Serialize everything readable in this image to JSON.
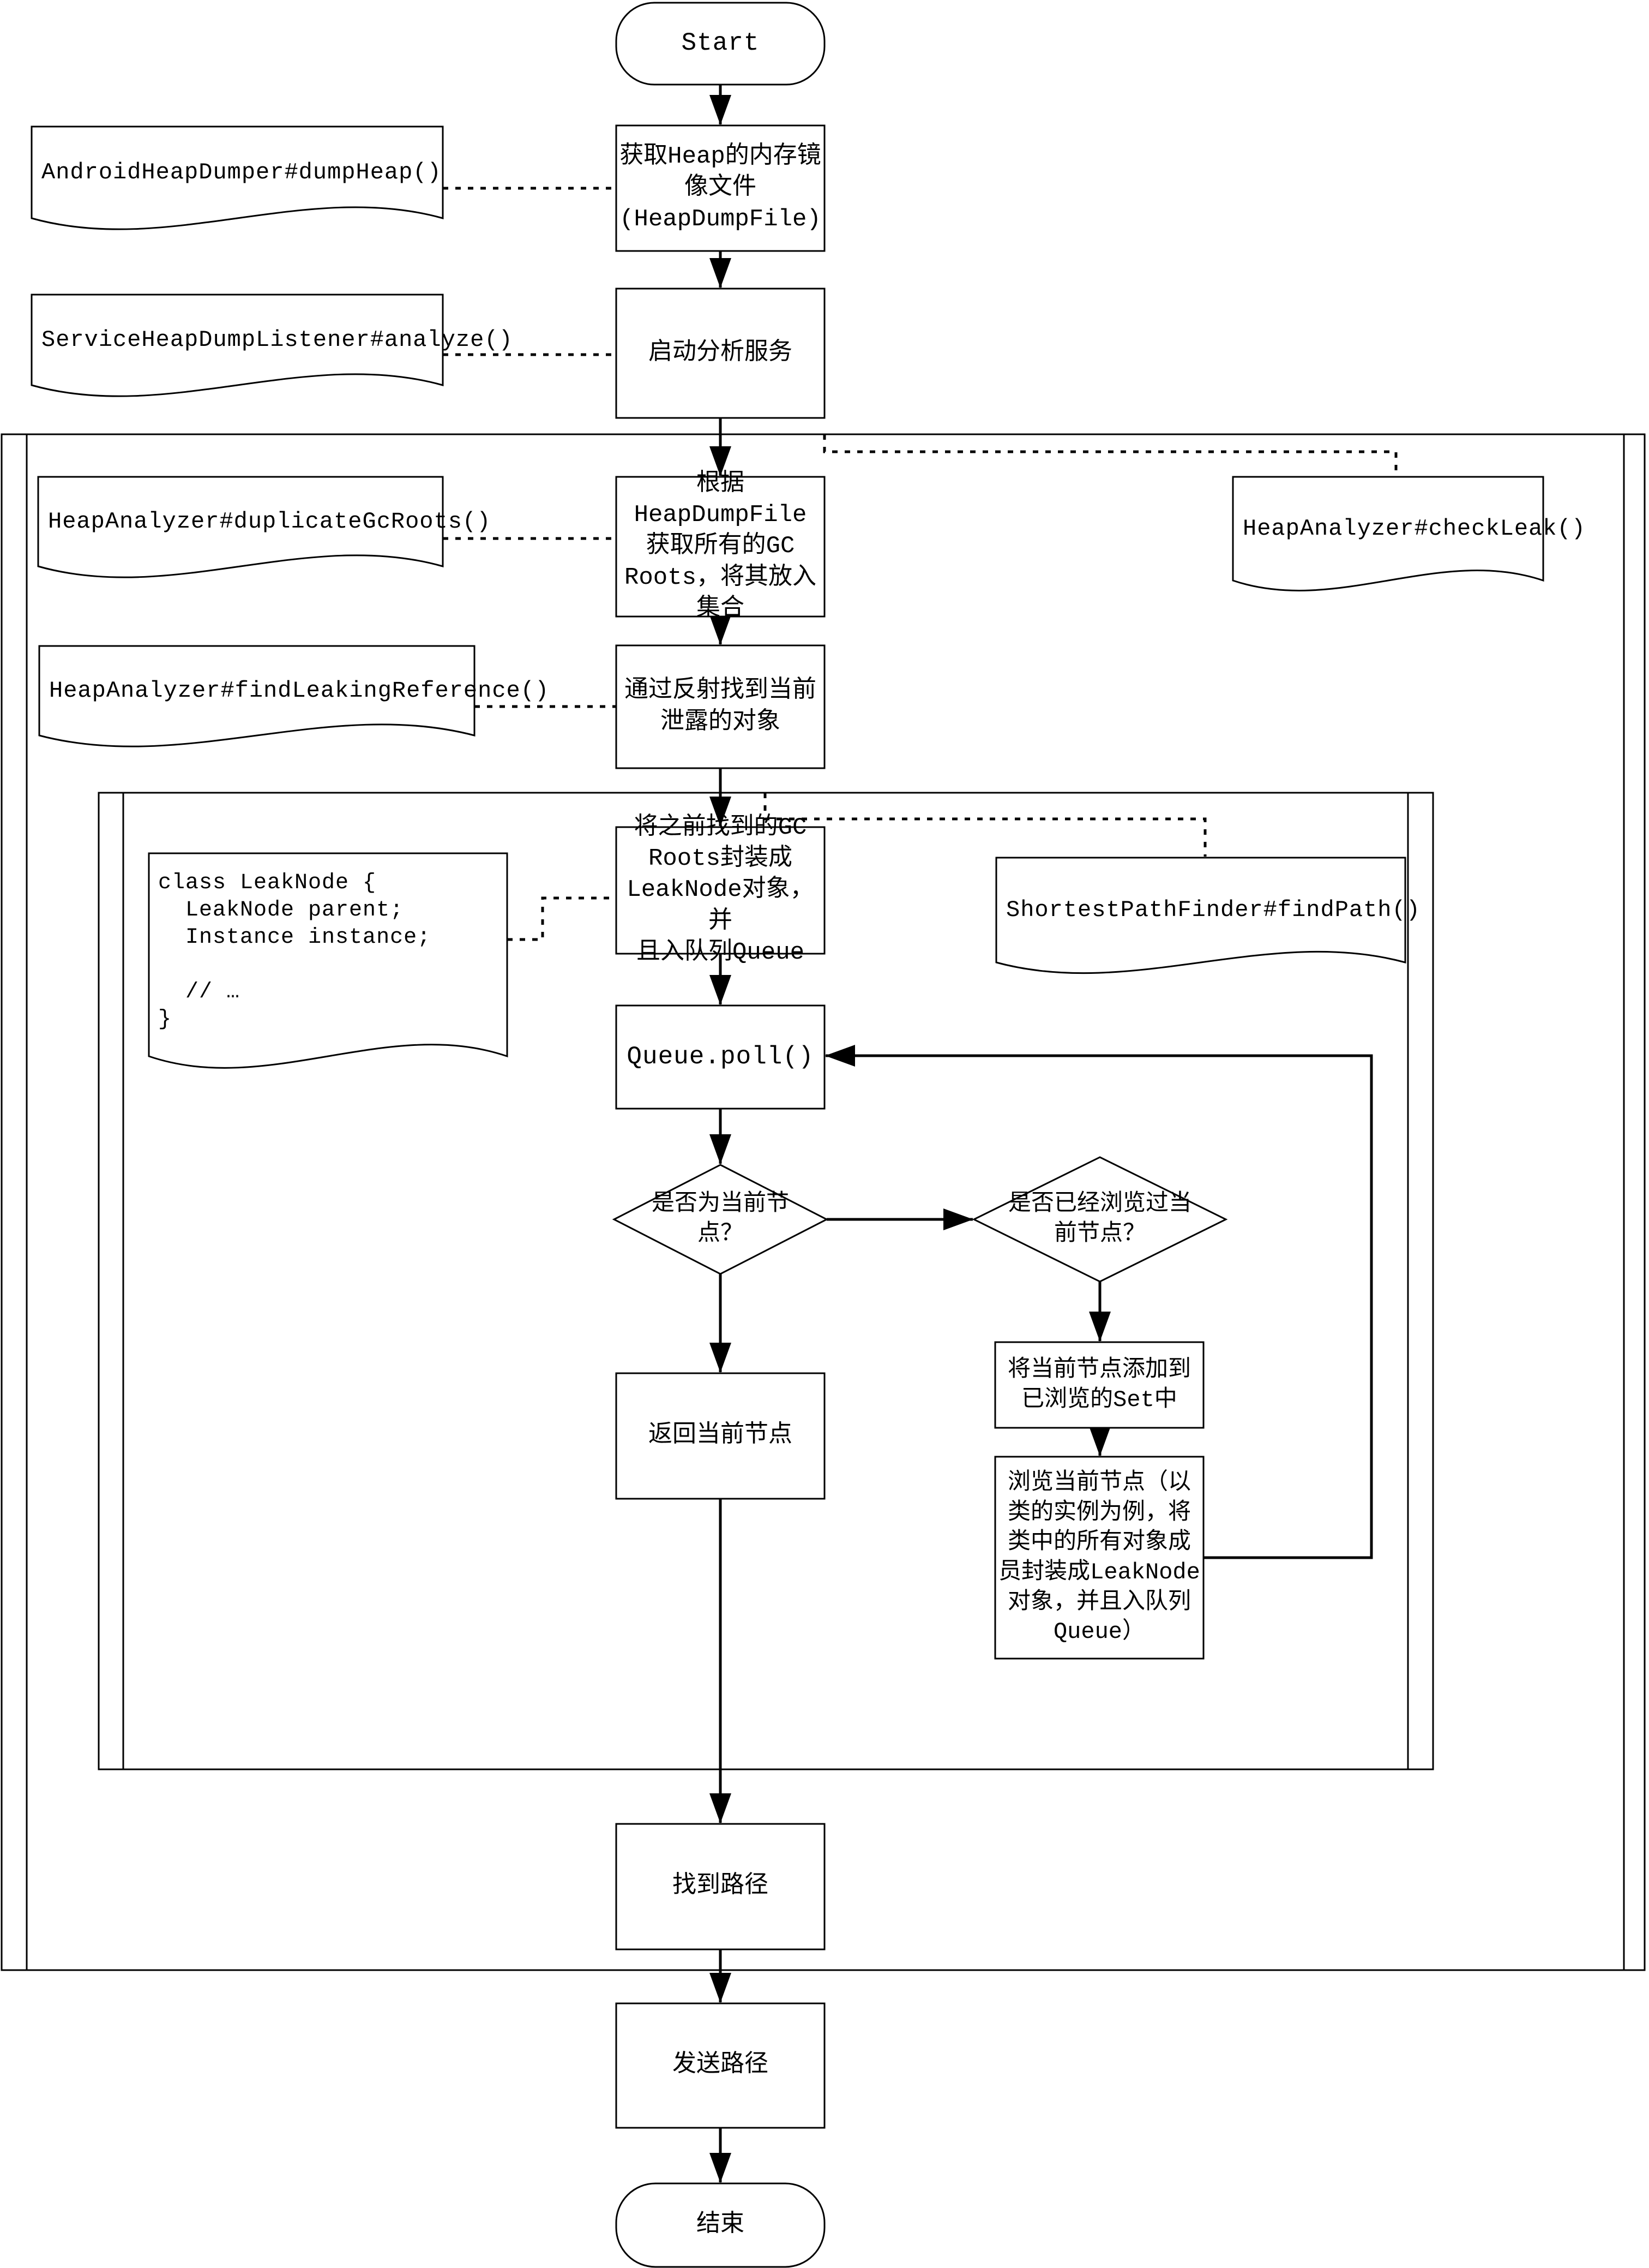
{
  "colors": {
    "stroke": "#000000",
    "background": "#ffffff"
  },
  "flowchart": {
    "terminators": {
      "start": "Start",
      "end": "结束"
    },
    "processes": {
      "get_heap_dump": "获取Heap的内存镜像文件\n(HeapDumpFile)",
      "start_analysis": "启动分析服务",
      "get_gc_roots": "根据HeapDumpFile\n获取所有的GC\nRoots，将其放入\n集合",
      "find_leaking_object": "通过反射找到当前\n泄露的对象",
      "wrap_leaknode": "将之前找到的GC\nRoots封装成\nLeakNode对象，并\n且入队列Queue",
      "queue_poll": "Queue.poll()",
      "return_current_node": "返回当前节点",
      "add_to_set": "将当前节点添加到\n已浏览的Set中",
      "browse_current_node": "浏览当前节点（以\n类的实例为例，将\n类中的所有对象成\n员封装成LeakNode\n对象，并且入队列\nQueue）",
      "path_found": "找到路径",
      "send_path": "发送路径"
    },
    "decisions": {
      "is_current_node": "是否为当前节\n点？",
      "already_browsed": "是否已经浏览过当\n前节点？"
    },
    "documents": {
      "dump_heap": "AndroidHeapDumper#dumpHeap()",
      "analyze": "ServiceHeapDumpListener#analyze()",
      "duplicate_gc_roots": "HeapAnalyzer#duplicateGcRoots()",
      "check_leak": "HeapAnalyzer#checkLeak()",
      "find_leaking_reference": "HeapAnalyzer#findLeakingReference()",
      "leaknode_class": "class LeakNode {\n  LeakNode parent;\n  Instance instance;\n\n  // …\n}",
      "find_path": "ShortestPathFinder#findPath()"
    }
  }
}
